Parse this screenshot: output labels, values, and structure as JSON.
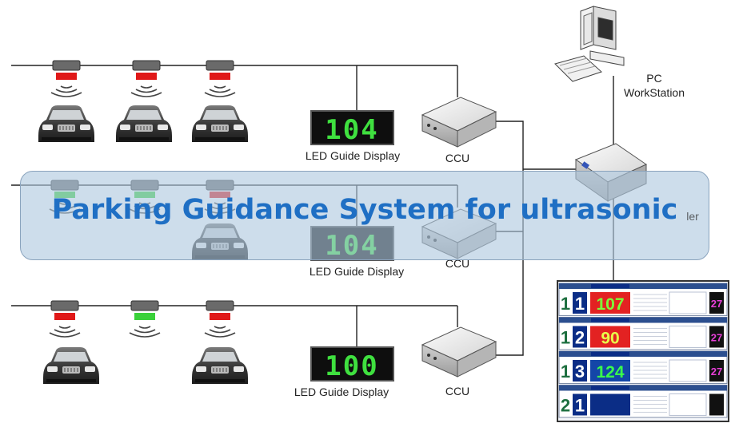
{
  "title": "Parking Guidance System for ultrasonic",
  "displays": [
    {
      "label": "LED Guide Display",
      "value": "104"
    },
    {
      "label": "LED Guide Display",
      "value": "104"
    },
    {
      "label": "LED Guide Display",
      "value": "100"
    }
  ],
  "ccu_label": "CCU",
  "pc_label": [
    "PC",
    "WorkStation"
  ],
  "controller_label_partial": "ler",
  "monitor": {
    "rows": [
      {
        "level": "1",
        "zone": "1",
        "count": "107",
        "count_bg": "#e32222",
        "count_color": "#7dff3a",
        "right": "27"
      },
      {
        "level": "1",
        "zone": "2",
        "count": "90",
        "count_bg": "#e32222",
        "count_color": "#e8ff4a",
        "right": "27"
      },
      {
        "level": "1",
        "zone": "3",
        "count": "124",
        "count_bg": "#1346a8",
        "count_color": "#39ff4a",
        "right": "27"
      },
      {
        "level": "2",
        "zone": "1",
        "count": "",
        "count_bg": "#0b2d86",
        "count_color": "#39ff4a",
        "right": ""
      }
    ]
  },
  "colors": {
    "sensor_red": "#e01818",
    "sensor_green": "#3ad13a",
    "title_text": "#1f6fc4",
    "led_text": "#3fe03f"
  }
}
